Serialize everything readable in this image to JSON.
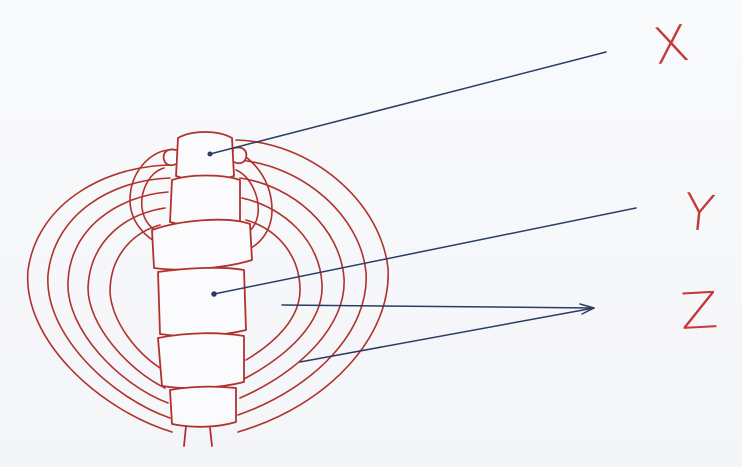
{
  "diagram": {
    "labels": [
      {
        "id": "x",
        "text": "X"
      },
      {
        "id": "y",
        "text": "Y"
      },
      {
        "id": "z",
        "text": "Z"
      }
    ],
    "colors": {
      "structure_ink": "#b0322f",
      "leader_ink": "#2b3c63",
      "label_ink": "#c23a3a",
      "paper": "#f7f8fa"
    }
  }
}
